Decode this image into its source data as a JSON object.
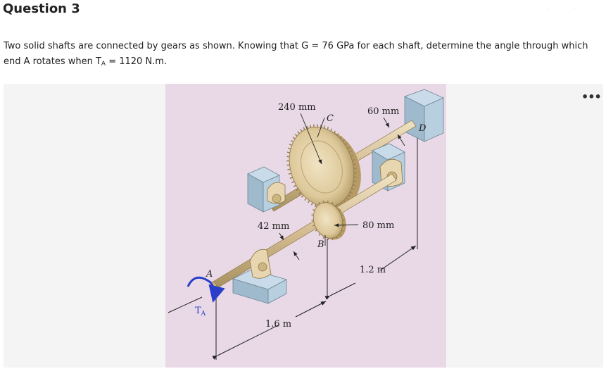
{
  "question": {
    "title": "Question 3",
    "body_part1": "Two solid shafts are connected by gears as shown. Knowing that G = 76 GPa for each shaft, determine the angle through which end A rotates when T",
    "body_sub": "A",
    "body_part2": " = 1120 N.m."
  },
  "menu": {
    "icon": "more-options-icon",
    "glyph": "•••"
  },
  "figure": {
    "labels": {
      "dim_240": "240 mm",
      "dim_60": "60 mm",
      "dim_42": "42 mm",
      "dim_80": "80 mm",
      "dim_1_2": "1.2 m",
      "dim_1_6": "1.6 m",
      "pt_A": "A",
      "pt_B": "B",
      "pt_C": "C",
      "pt_D": "D",
      "torque": "T",
      "torque_sub": "A"
    },
    "colors": {
      "background": "#e9d9e6",
      "shaft": "#d7c097",
      "support_block": "#a9c3d6",
      "gear": "#e2cfa3",
      "torque_arrow": "#2a3ec9"
    }
  }
}
